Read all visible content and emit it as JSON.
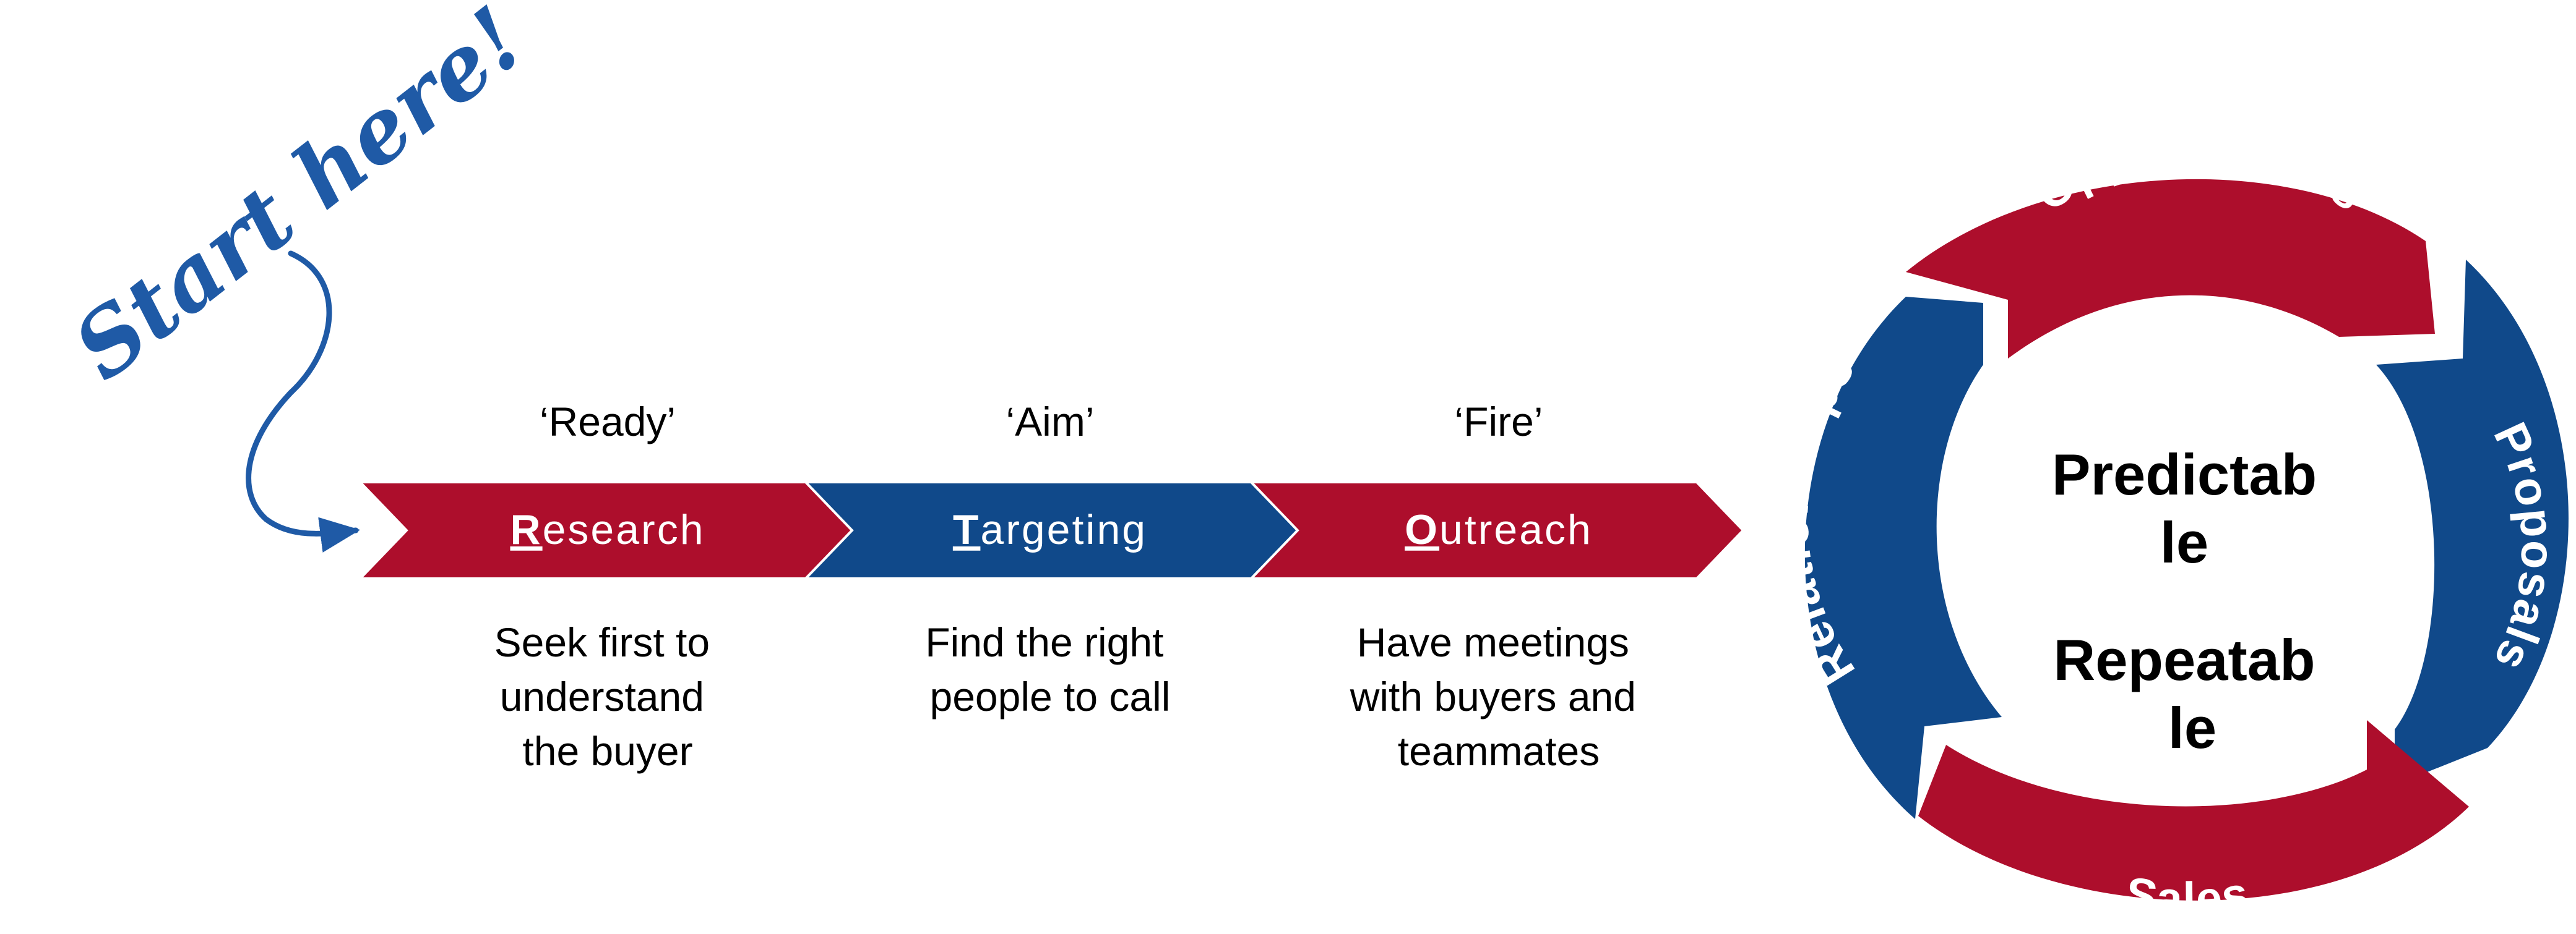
{
  "start_note": "Start here!",
  "phases": [
    {
      "cue": "‘Ready’",
      "initial": "R",
      "rest": "esearch",
      "desc": [
        "Seek first to",
        "understand",
        "the buyer"
      ]
    },
    {
      "cue": "‘Aim’",
      "initial": "T",
      "rest": "argeting",
      "desc": [
        "Find the right",
        "people to call"
      ]
    },
    {
      "cue": "‘Fire’",
      "initial": "O",
      "rest": "utreach",
      "desc": [
        "Have meetings",
        "with buyers and",
        "teammates"
      ]
    }
  ],
  "cycle": {
    "segments": [
      "Opportunities",
      "Proposals",
      "Sales",
      "Relationships"
    ],
    "center": [
      "Predictab",
      "le",
      "Repeatab",
      "le"
    ]
  },
  "colors": {
    "red": "#ad0e2c",
    "blue": "#10498a",
    "note_blue": "#1f5aa6",
    "text": "#000000",
    "white": "#ffffff"
  }
}
